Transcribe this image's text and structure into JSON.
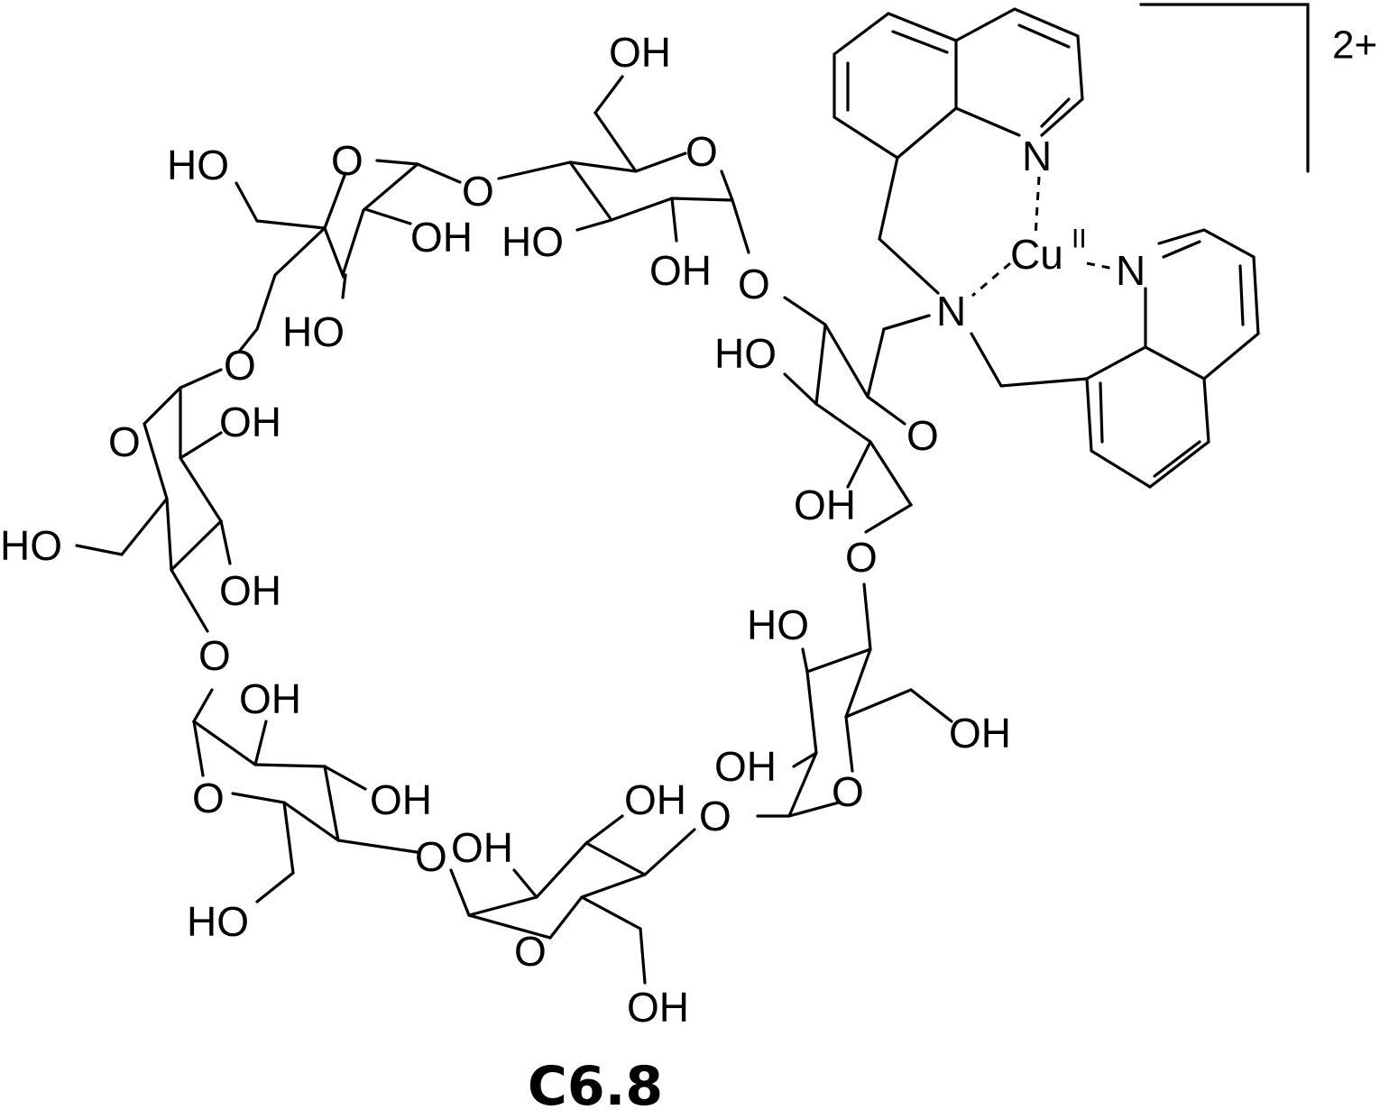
{
  "compound": {
    "label": "C6.8",
    "charge": "2+",
    "metal": {
      "element": "Cu",
      "oxidation_state": "II"
    }
  },
  "atom_labels": {
    "oh": "OH",
    "ho": "HO",
    "o": "O",
    "n": "N"
  },
  "colors": {
    "ink": "#000000",
    "background": "#ffffff"
  }
}
